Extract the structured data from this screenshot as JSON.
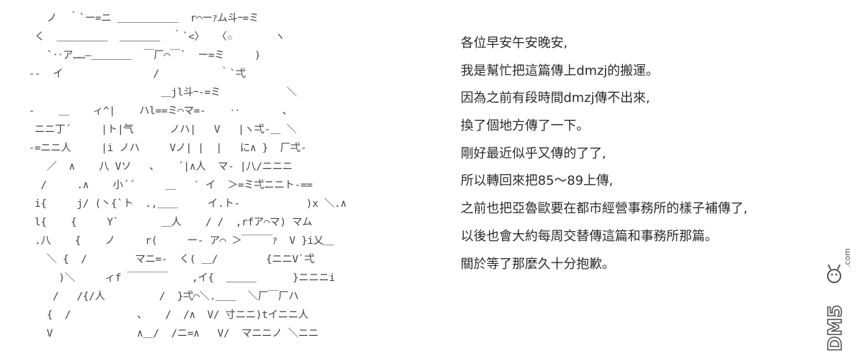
{
  "ascii_art": {
    "lines": [
      "   ノ  ｀`ー=ニ ＿＿＿＿＿＿  r⌒ーｧム斗ｰ=ミ",
      " く  ＿＿＿＿＿  ＿＿＿＿  ｀`<〉  〈☆       ヽ",
      "   `‥ア……―＿＿＿＿  ￣厂⌒￣`  ー=ミ     )",
      "--  イ               /          ｀`弌",
      "                      ＿jl斗ｰ-=ミ           ＼",
      "-    ＿    ィ^|    ハl==ミ⌒マ=-    ‥       、",
      " ニニ丁´     |ト|气      ノハ|   V   |ヽ弌-＿ ＼",
      "-=ニニ人     |i ノハ     Vノ| |  |   に∧ }  厂弌-",
      "   ／  ∧    八 Vソ   、   ´|∧人  マ- |八/ニニニ",
      "  /     .∧    小´´     ＿   ′ イ  ＞=ミ弌ニニト-==",
      " i{     j/ (丶{`ト  .,＿＿     イ.ト-           )x ＼.∧",
      " l{    {     Y`       ＿人    / /  ,rfア⌒マ) マム",
      " .八    {    ノ     r(     ー- ア⌒ ＞￣￣￣ｧ  V }i乂＿",
      "   ＼ {  /        マニ=-  く( ＿/        {ニニV`弌",
      "     )＼     ィf ￣￣￣￣    ,イ{  ＿＿＿      }ニニニi",
      "    /   /{/人         /  }弌⌒＼.＿＿  ＼厂￣厂ハ",
      "   {  /           、   /  /∧  V/ 寸ニニ)tイニニ人",
      "   V              ∧＿/  /ニ=∧   V/  マニニノ ＼ニニ"
    ]
  },
  "message": {
    "lines": [
      "各位早安午安晚安,",
      "我是幫忙把這篇傳上dmzj的搬運。",
      "因為之前有段時間dmzj傳不出來,",
      "換了個地方傳了一下。",
      "剛好最近似乎又傳的了了,",
      "所以轉回來把85～89上傳,",
      "之前也把亞魯歐要在都市經營事務所的樣子補傳了,",
      "以後也會大約每周交替傳這篇和事務所那篇。",
      "關於等了那麼久十分抱歉。"
    ]
  },
  "watermark": {
    "text": "DM5",
    "domain": ".com",
    "icon": "mascot-face-icon",
    "color": "#555555"
  }
}
